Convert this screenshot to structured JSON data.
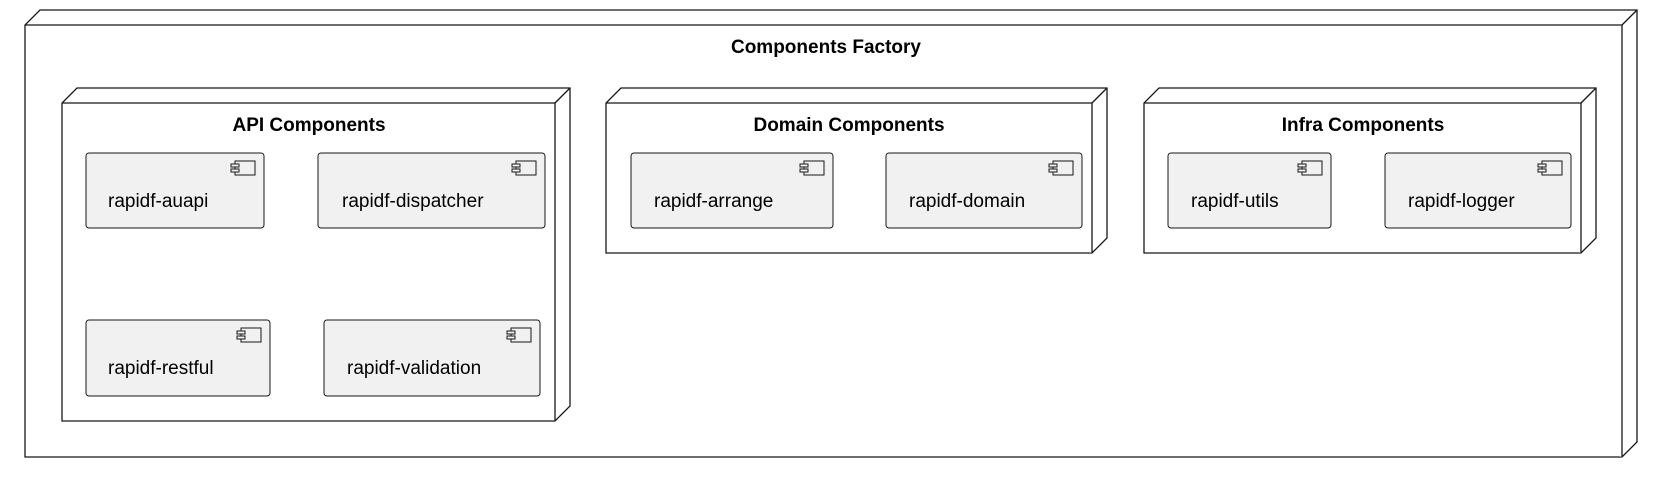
{
  "diagram": {
    "title": "Components Factory",
    "groups": [
      {
        "title": "API Components",
        "components": [
          "rapidf-auapi",
          "rapidf-dispatcher",
          "rapidf-restful",
          "rapidf-validation"
        ]
      },
      {
        "title": "Domain Components",
        "components": [
          "rapidf-arrange",
          "rapidf-domain"
        ]
      },
      {
        "title": "Infra Components",
        "components": [
          "rapidf-utils",
          "rapidf-logger"
        ]
      }
    ]
  }
}
